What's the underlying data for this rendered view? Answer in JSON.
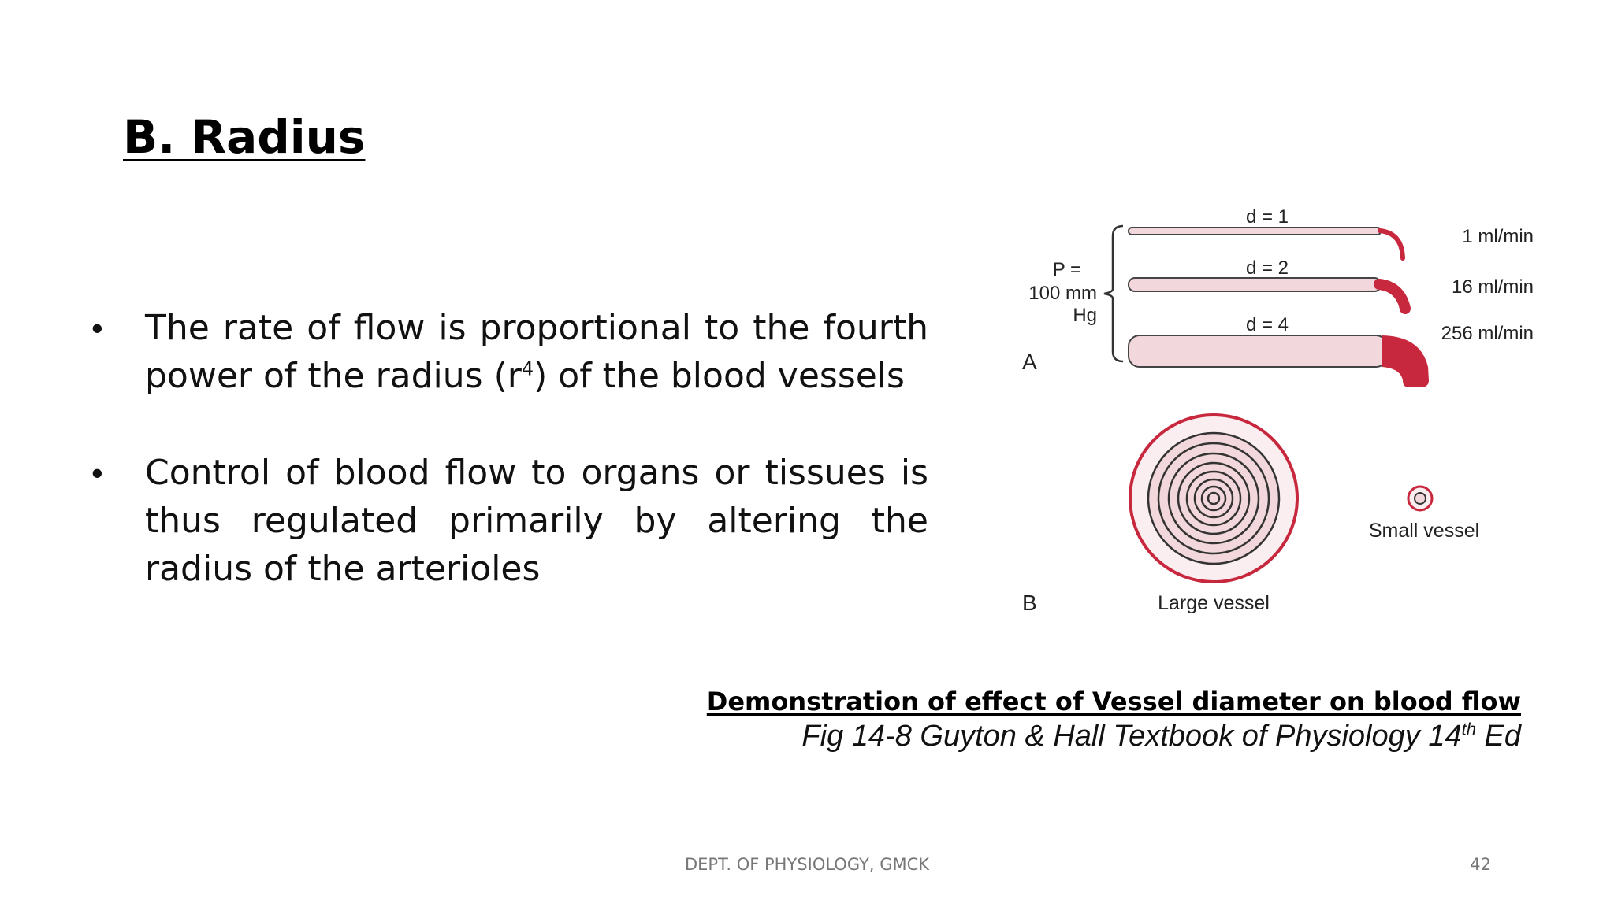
{
  "slide": {
    "title": "B. Radius",
    "bullets": [
      {
        "before": "The rate of flow is proportional to the fourth power of the radius (r",
        "sup": "4",
        "after": ") of the blood vessels"
      },
      {
        "text": "Control of blood flow to organs or tissues is thus regulated primarily by altering the radius of the arterioles"
      }
    ]
  },
  "figure": {
    "panel_a": "A",
    "panel_b": "B",
    "pressure_line1": "P =",
    "pressure_line2": "100 mm",
    "pressure_line3": "Hg",
    "vessels": [
      {
        "diameter_label": "d = 1",
        "flow_label": "1 ml/min"
      },
      {
        "diameter_label": "d = 2",
        "flow_label": "16 ml/min"
      },
      {
        "diameter_label": "d = 4",
        "flow_label": "256 ml/min"
      }
    ],
    "large_vessel_label": "Large vessel",
    "small_vessel_label": "Small vessel",
    "colors": {
      "vessel_fill": "#f2d7dc",
      "blood": "#c8283e",
      "outline": "#444444"
    }
  },
  "caption": {
    "title": "Demonstration of effect of Vessel diameter on blood flow",
    "ref_before": "Fig 14-8 Guyton & Hall Textbook of Physiology 14",
    "ref_sup": "th",
    "ref_after": " Ed"
  },
  "footer": {
    "department": "DEPT. OF PHYSIOLOGY, GMCK",
    "page_number": "42"
  }
}
